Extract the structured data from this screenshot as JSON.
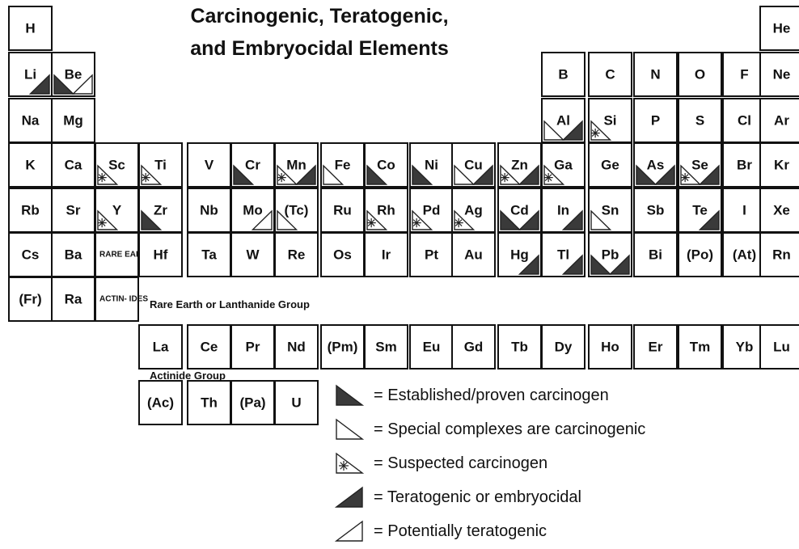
{
  "title": {
    "line1": "Carcinogenic, Teratogenic,",
    "line2": "and Embryocidal Elements"
  },
  "labels": {
    "lanthanide_group": "Rare Earth or Lanthanide Group",
    "actinide_group": "Actinide Group"
  },
  "legend": [
    {
      "marker": "established",
      "text": "= Established/proven carcinogen"
    },
    {
      "marker": "special",
      "text": "= Special complexes are carcinogenic"
    },
    {
      "marker": "suspected",
      "text": "= Suspected carcinogen"
    },
    {
      "marker": "teratogenic",
      "text": "= Teratogenic or embryocidal"
    },
    {
      "marker": "potential",
      "text": "= Potentially teratogenic"
    }
  ],
  "elements": [
    {
      "sym": "H",
      "row": 0,
      "col": 0,
      "marks": []
    },
    {
      "sym": "He",
      "row": 0,
      "col": 17,
      "marks": []
    },
    {
      "sym": "Li",
      "row": 1,
      "col": 0,
      "marks": [
        "teratogenic"
      ]
    },
    {
      "sym": "Be",
      "row": 1,
      "col": 1,
      "marks": [
        "established",
        "potential"
      ]
    },
    {
      "sym": "B",
      "row": 1,
      "col": 12,
      "marks": []
    },
    {
      "sym": "C",
      "row": 1,
      "col": 13,
      "marks": []
    },
    {
      "sym": "N",
      "row": 1,
      "col": 14,
      "marks": []
    },
    {
      "sym": "O",
      "row": 1,
      "col": 15,
      "marks": []
    },
    {
      "sym": "F",
      "row": 1,
      "col": 16,
      "marks": []
    },
    {
      "sym": "Ne",
      "row": 1,
      "col": 17,
      "marks": []
    },
    {
      "sym": "Na",
      "row": 2,
      "col": 0,
      "marks": []
    },
    {
      "sym": "Mg",
      "row": 2,
      "col": 1,
      "marks": []
    },
    {
      "sym": "Al",
      "row": 2,
      "col": 12,
      "marks": [
        "special",
        "teratogenic"
      ]
    },
    {
      "sym": "Si",
      "row": 2,
      "col": 13,
      "marks": [
        "suspected"
      ]
    },
    {
      "sym": "P",
      "row": 2,
      "col": 14,
      "marks": []
    },
    {
      "sym": "S",
      "row": 2,
      "col": 15,
      "marks": []
    },
    {
      "sym": "Cl",
      "row": 2,
      "col": 16,
      "marks": []
    },
    {
      "sym": "Ar",
      "row": 2,
      "col": 17,
      "marks": []
    },
    {
      "sym": "K",
      "row": 3,
      "col": 0,
      "marks": []
    },
    {
      "sym": "Ca",
      "row": 3,
      "col": 1,
      "marks": []
    },
    {
      "sym": "Sc",
      "row": 3,
      "col": 2,
      "marks": [
        "suspected"
      ]
    },
    {
      "sym": "Ti",
      "row": 3,
      "col": 3,
      "marks": [
        "suspected"
      ]
    },
    {
      "sym": "V",
      "row": 3,
      "col": 4,
      "marks": []
    },
    {
      "sym": "Cr",
      "row": 3,
      "col": 5,
      "marks": [
        "established"
      ]
    },
    {
      "sym": "Mn",
      "row": 3,
      "col": 6,
      "marks": [
        "suspected",
        "teratogenic"
      ]
    },
    {
      "sym": "Fe",
      "row": 3,
      "col": 7,
      "marks": [
        "special"
      ]
    },
    {
      "sym": "Co",
      "row": 3,
      "col": 8,
      "marks": [
        "established"
      ]
    },
    {
      "sym": "Ni",
      "row": 3,
      "col": 9,
      "marks": [
        "established"
      ]
    },
    {
      "sym": "Cu",
      "row": 3,
      "col": 10,
      "marks": [
        "special",
        "teratogenic"
      ]
    },
    {
      "sym": "Zn",
      "row": 3,
      "col": 11,
      "marks": [
        "suspected",
        "teratogenic"
      ]
    },
    {
      "sym": "Ga",
      "row": 3,
      "col": 12,
      "marks": [
        "suspected"
      ]
    },
    {
      "sym": "Ge",
      "row": 3,
      "col": 13,
      "marks": []
    },
    {
      "sym": "As",
      "row": 3,
      "col": 14,
      "marks": [
        "established",
        "teratogenic"
      ]
    },
    {
      "sym": "Se",
      "row": 3,
      "col": 15,
      "marks": [
        "suspected",
        "teratogenic"
      ]
    },
    {
      "sym": "Br",
      "row": 3,
      "col": 16,
      "marks": []
    },
    {
      "sym": "Kr",
      "row": 3,
      "col": 17,
      "marks": []
    },
    {
      "sym": "Rb",
      "row": 4,
      "col": 0,
      "marks": []
    },
    {
      "sym": "Sr",
      "row": 4,
      "col": 1,
      "marks": []
    },
    {
      "sym": "Y",
      "row": 4,
      "col": 2,
      "marks": [
        "suspected"
      ]
    },
    {
      "sym": "Zr",
      "row": 4,
      "col": 3,
      "marks": [
        "established"
      ]
    },
    {
      "sym": "Nb",
      "row": 4,
      "col": 4,
      "marks": []
    },
    {
      "sym": "Mo",
      "row": 4,
      "col": 5,
      "marks": [
        "potential"
      ]
    },
    {
      "sym": "(Tc)",
      "row": 4,
      "col": 6,
      "marks": [
        "special"
      ]
    },
    {
      "sym": "Ru",
      "row": 4,
      "col": 7,
      "marks": []
    },
    {
      "sym": "Rh",
      "row": 4,
      "col": 8,
      "marks": [
        "suspected"
      ]
    },
    {
      "sym": "Pd",
      "row": 4,
      "col": 9,
      "marks": [
        "suspected"
      ]
    },
    {
      "sym": "Ag",
      "row": 4,
      "col": 10,
      "marks": [
        "suspected"
      ]
    },
    {
      "sym": "Cd",
      "row": 4,
      "col": 11,
      "marks": [
        "established",
        "teratogenic"
      ]
    },
    {
      "sym": "In",
      "row": 4,
      "col": 12,
      "marks": [
        "teratogenic"
      ]
    },
    {
      "sym": "Sn",
      "row": 4,
      "col": 13,
      "marks": [
        "special"
      ]
    },
    {
      "sym": "Sb",
      "row": 4,
      "col": 14,
      "marks": []
    },
    {
      "sym": "Te",
      "row": 4,
      "col": 15,
      "marks": [
        "teratogenic"
      ]
    },
    {
      "sym": "I",
      "row": 4,
      "col": 16,
      "marks": []
    },
    {
      "sym": "Xe",
      "row": 4,
      "col": 17,
      "marks": []
    },
    {
      "sym": "Cs",
      "row": 5,
      "col": 0,
      "marks": []
    },
    {
      "sym": "Ba",
      "row": 5,
      "col": 1,
      "marks": []
    },
    {
      "sym": "RARE EARTH",
      "row": 5,
      "col": 2,
      "marks": [],
      "small": true
    },
    {
      "sym": "Hf",
      "row": 5,
      "col": 3,
      "marks": []
    },
    {
      "sym": "Ta",
      "row": 5,
      "col": 4,
      "marks": []
    },
    {
      "sym": "W",
      "row": 5,
      "col": 5,
      "marks": []
    },
    {
      "sym": "Re",
      "row": 5,
      "col": 6,
      "marks": []
    },
    {
      "sym": "Os",
      "row": 5,
      "col": 7,
      "marks": []
    },
    {
      "sym": "Ir",
      "row": 5,
      "col": 8,
      "marks": []
    },
    {
      "sym": "Pt",
      "row": 5,
      "col": 9,
      "marks": []
    },
    {
      "sym": "Au",
      "row": 5,
      "col": 10,
      "marks": []
    },
    {
      "sym": "Hg",
      "row": 5,
      "col": 11,
      "marks": [
        "teratogenic"
      ]
    },
    {
      "sym": "Tl",
      "row": 5,
      "col": 12,
      "marks": [
        "teratogenic"
      ]
    },
    {
      "sym": "Pb",
      "row": 5,
      "col": 13,
      "marks": [
        "established",
        "teratogenic"
      ]
    },
    {
      "sym": "Bi",
      "row": 5,
      "col": 14,
      "marks": []
    },
    {
      "sym": "(Po)",
      "row": 5,
      "col": 15,
      "marks": []
    },
    {
      "sym": "(At)",
      "row": 5,
      "col": 16,
      "marks": []
    },
    {
      "sym": "Rn",
      "row": 5,
      "col": 17,
      "marks": []
    },
    {
      "sym": "(Fr)",
      "row": 6,
      "col": 0,
      "marks": []
    },
    {
      "sym": "Ra",
      "row": 6,
      "col": 1,
      "marks": []
    },
    {
      "sym": "ACTIN- IDES",
      "row": 6,
      "col": 2,
      "marks": [],
      "small": true
    },
    {
      "sym": "La",
      "row": 8,
      "col": 3,
      "marks": []
    },
    {
      "sym": "Ce",
      "row": 8,
      "col": 4,
      "marks": []
    },
    {
      "sym": "Pr",
      "row": 8,
      "col": 5,
      "marks": []
    },
    {
      "sym": "Nd",
      "row": 8,
      "col": 6,
      "marks": []
    },
    {
      "sym": "(Pm)",
      "row": 8,
      "col": 7,
      "marks": []
    },
    {
      "sym": "Sm",
      "row": 8,
      "col": 8,
      "marks": []
    },
    {
      "sym": "Eu",
      "row": 8,
      "col": 9,
      "marks": []
    },
    {
      "sym": "Gd",
      "row": 8,
      "col": 10,
      "marks": []
    },
    {
      "sym": "Tb",
      "row": 8,
      "col": 11,
      "marks": []
    },
    {
      "sym": "Dy",
      "row": 8,
      "col": 12,
      "marks": []
    },
    {
      "sym": "Ho",
      "row": 8,
      "col": 13,
      "marks": []
    },
    {
      "sym": "Er",
      "row": 8,
      "col": 14,
      "marks": []
    },
    {
      "sym": "Tm",
      "row": 8,
      "col": 15,
      "marks": []
    },
    {
      "sym": "Yb",
      "row": 8,
      "col": 16,
      "marks": []
    },
    {
      "sym": "Lu",
      "row": 8,
      "col": 17,
      "marks": []
    },
    {
      "sym": "(Ac)",
      "row": 10,
      "col": 3,
      "marks": []
    },
    {
      "sym": "Th",
      "row": 10,
      "col": 4,
      "marks": []
    },
    {
      "sym": "(Pa)",
      "row": 10,
      "col": 5,
      "marks": []
    },
    {
      "sym": "U",
      "row": 10,
      "col": 6,
      "marks": []
    }
  ]
}
